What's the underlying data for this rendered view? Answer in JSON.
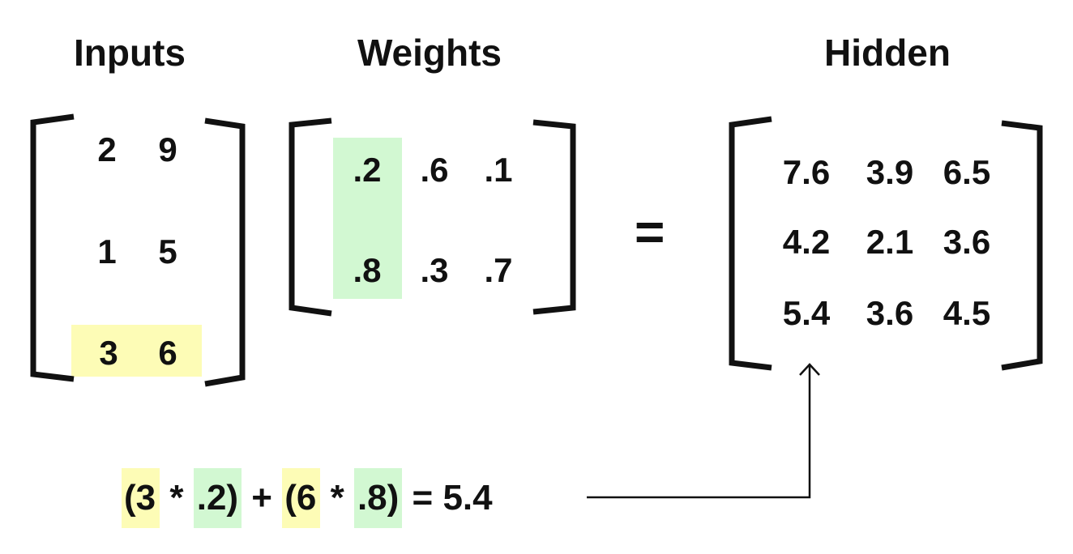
{
  "titles": {
    "inputs": "Inputs",
    "weights": "Weights",
    "hidden": "Hidden"
  },
  "inputs": [
    [
      "2",
      "9"
    ],
    [
      "1",
      "5"
    ],
    [
      "3",
      "6"
    ]
  ],
  "weights": [
    [
      ".2",
      ".6",
      ".1"
    ],
    [
      ".8",
      ".3",
      ".7"
    ]
  ],
  "equals": "=",
  "hidden": [
    [
      "7.6",
      "3.9",
      "6.5"
    ],
    [
      "4.2",
      "2.1",
      "3.6"
    ],
    [
      "5.4",
      "3.6",
      "4.5"
    ]
  ],
  "formula": {
    "open1": "(",
    "a": "3",
    "times1": " * ",
    "b": ".2",
    "close1": ")",
    "plus": " + ",
    "open2": "(",
    "c": "6",
    "times2": " * ",
    "d": ".8",
    "close2": ")",
    "result": " = 5.4"
  },
  "colors": {
    "highlight_yellow": "#fdfcb6",
    "highlight_green": "#d2f8d2",
    "ink": "#111111"
  }
}
